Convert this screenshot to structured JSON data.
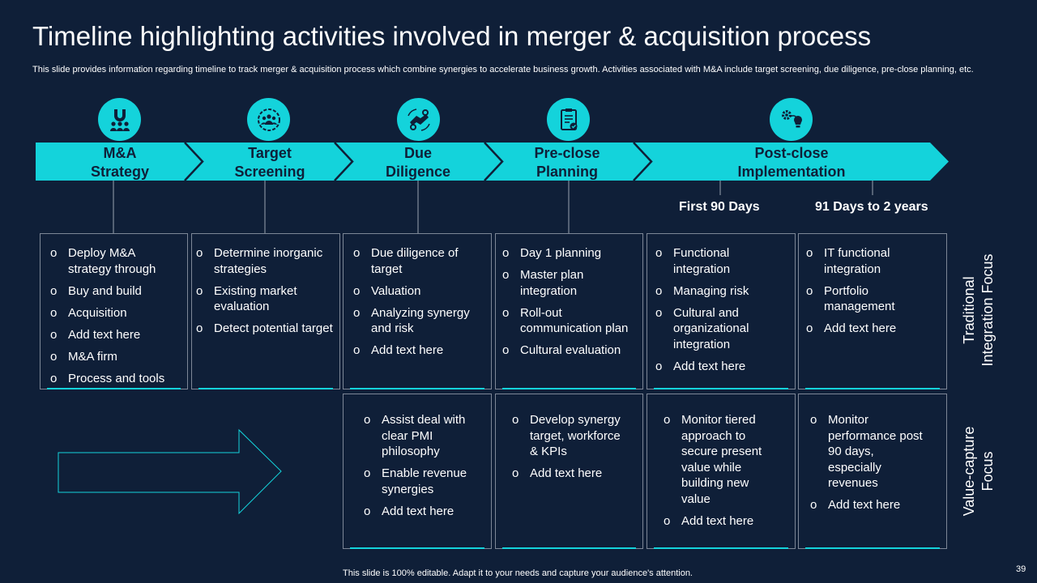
{
  "title": "Timeline highlighting activities involved in merger & acquisition process",
  "subtitle": "This slide provides information regarding timeline to track merger & acquisition process which combine synergies to accelerate business growth. Activities associated with M&A include target screening, due diligence, pre-close planning, etc.",
  "colors": {
    "accent": "#14d3db",
    "background": "#0f1f38",
    "border": "#7d8797",
    "text": "#ffffff"
  },
  "stages": [
    {
      "line1": "M&A",
      "line2": "Strategy",
      "icon": "magnet-people-icon"
    },
    {
      "line1": "Target",
      "line2": "Screening",
      "icon": "target-people-icon"
    },
    {
      "line1": "Due",
      "line2": "Diligence",
      "icon": "handshake-gears-icon"
    },
    {
      "line1": "Pre-close",
      "line2": "Planning",
      "icon": "clipboard-check-icon"
    },
    {
      "line1": "Post-close",
      "line2": "Implementation",
      "icon": "gear-lightbulb-icon"
    }
  ],
  "periods": [
    "First 90 Days",
    "91 Days to 2 years"
  ],
  "row_labels": {
    "traditional": [
      "Traditional",
      "Integration Focus"
    ],
    "value": [
      "Value-capture",
      "Focus"
    ]
  },
  "traditional": [
    [
      "Deploy M&A strategy through",
      "Buy and build",
      "Acquisition",
      "Add text here",
      "M&A firm",
      "Process and tools"
    ],
    [
      "Determine inorganic strategies",
      "Existing market evaluation",
      "Detect potential target"
    ],
    [
      "Due diligence of target",
      "Valuation",
      "Analyzing synergy and risk",
      "Add text here"
    ],
    [
      "Day 1 planning",
      "Master plan integration",
      "Roll-out communication plan",
      "Cultural evaluation"
    ],
    [
      "Functional integration",
      "Managing risk",
      "Cultural and organizational integration",
      "Add text here"
    ],
    [
      "IT functional integration",
      "Portfolio management",
      "Add text here"
    ]
  ],
  "value_capture": [
    [
      "Assist deal with clear PMI philosophy",
      "Enable revenue synergies",
      "Add text here"
    ],
    [
      "Develop synergy target, workforce & KPIs",
      "Add text here"
    ],
    [
      "Monitor tiered approach to secure present value while building new value",
      "Add text here"
    ],
    [
      "Monitor performance post 90 days, especially revenues",
      "Add text here"
    ]
  ],
  "footer": "This slide is 100% editable. Adapt it to your needs and capture your audience's attention.",
  "page_number": "39"
}
